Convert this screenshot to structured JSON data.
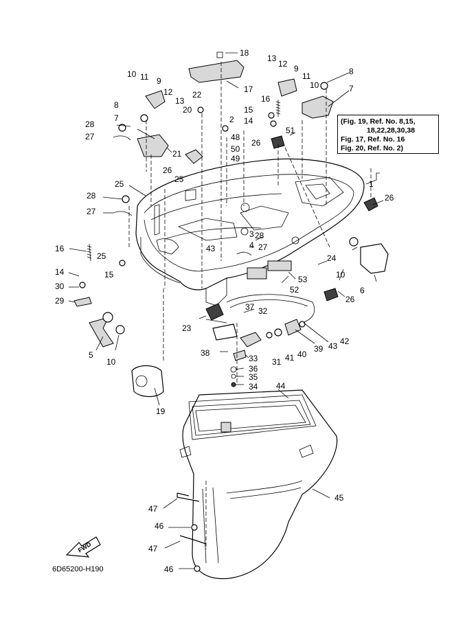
{
  "diagram": {
    "code": "6D65200-H190",
    "fwd_label": "FWD",
    "reference_note": [
      "(Fig. 19, Ref. No. 8,15,",
      "18,22,28,30,38",
      "Fig. 17, Ref. No. 16",
      "Fig. 20, Ref. No. 2)"
    ],
    "callouts": [
      {
        "id": "c18a",
        "text": "18"
      },
      {
        "id": "c17",
        "text": "17"
      },
      {
        "id": "c13a",
        "text": "13"
      },
      {
        "id": "c12a",
        "text": "12"
      },
      {
        "id": "c9a",
        "text": "9"
      },
      {
        "id": "c11a",
        "text": "11"
      },
      {
        "id": "c10a",
        "text": "10"
      },
      {
        "id": "c8a",
        "text": "8"
      },
      {
        "id": "c7a",
        "text": "7"
      },
      {
        "id": "c10b",
        "text": "10"
      },
      {
        "id": "c11b",
        "text": "11"
      },
      {
        "id": "c9b",
        "text": "9"
      },
      {
        "id": "c12b",
        "text": "12"
      },
      {
        "id": "c13b",
        "text": "13"
      },
      {
        "id": "c22",
        "text": "22"
      },
      {
        "id": "c20",
        "text": "20"
      },
      {
        "id": "c8b",
        "text": "8"
      },
      {
        "id": "c28a",
        "text": "28"
      },
      {
        "id": "c7b",
        "text": "7"
      },
      {
        "id": "c27a",
        "text": "27"
      },
      {
        "id": "c21",
        "text": "21"
      },
      {
        "id": "c26a",
        "text": "26"
      },
      {
        "id": "c16a",
        "text": "16"
      },
      {
        "id": "c15a",
        "text": "15"
      },
      {
        "id": "c14a",
        "text": "14"
      },
      {
        "id": "c2",
        "text": "2"
      },
      {
        "id": "c48",
        "text": "48"
      },
      {
        "id": "c50",
        "text": "50"
      },
      {
        "id": "c49",
        "text": "49"
      },
      {
        "id": "c26b",
        "text": "26"
      },
      {
        "id": "c51",
        "text": "51"
      },
      {
        "id": "c25a",
        "text": "25"
      },
      {
        "id": "c25b",
        "text": "25"
      },
      {
        "id": "c28b",
        "text": "28"
      },
      {
        "id": "c27b",
        "text": "27"
      },
      {
        "id": "c1",
        "text": "1"
      },
      {
        "id": "c26c",
        "text": "26"
      },
      {
        "id": "c3",
        "text": "3"
      },
      {
        "id": "c43a",
        "text": "43"
      },
      {
        "id": "c4",
        "text": "4"
      },
      {
        "id": "c28c",
        "text": "28"
      },
      {
        "id": "c27c",
        "text": "27"
      },
      {
        "id": "c16b",
        "text": "16"
      },
      {
        "id": "c25c",
        "text": "25"
      },
      {
        "id": "c14b",
        "text": "14"
      },
      {
        "id": "c15b",
        "text": "15"
      },
      {
        "id": "c30",
        "text": "30"
      },
      {
        "id": "c29",
        "text": "29"
      },
      {
        "id": "c24",
        "text": "24"
      },
      {
        "id": "c10c",
        "text": "10"
      },
      {
        "id": "c53",
        "text": "53"
      },
      {
        "id": "c52",
        "text": "52"
      },
      {
        "id": "c26d",
        "text": "26"
      },
      {
        "id": "c6",
        "text": "6"
      },
      {
        "id": "c37",
        "text": "37"
      },
      {
        "id": "c32",
        "text": "32"
      },
      {
        "id": "c23",
        "text": "23"
      },
      {
        "id": "c5",
        "text": "5"
      },
      {
        "id": "c10d",
        "text": "10"
      },
      {
        "id": "c42",
        "text": "42"
      },
      {
        "id": "c43b",
        "text": "43"
      },
      {
        "id": "c39",
        "text": "39"
      },
      {
        "id": "c40",
        "text": "40"
      },
      {
        "id": "c41",
        "text": "41"
      },
      {
        "id": "c31",
        "text": "31"
      },
      {
        "id": "c38",
        "text": "38"
      },
      {
        "id": "c33",
        "text": "33"
      },
      {
        "id": "c36",
        "text": "36"
      },
      {
        "id": "c35",
        "text": "35"
      },
      {
        "id": "c34",
        "text": "34"
      },
      {
        "id": "c19",
        "text": "19"
      },
      {
        "id": "c44",
        "text": "44"
      },
      {
        "id": "c45",
        "text": "45"
      },
      {
        "id": "c47a",
        "text": "47"
      },
      {
        "id": "c46a",
        "text": "46"
      },
      {
        "id": "c47b",
        "text": "47"
      },
      {
        "id": "c46b",
        "text": "46"
      }
    ]
  }
}
